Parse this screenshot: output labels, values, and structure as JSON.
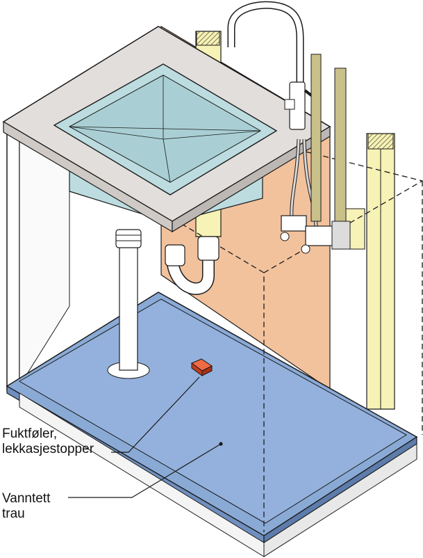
{
  "labels": {
    "sensor_line1": "Fuktføler,",
    "sensor_line2": "lekkasjestopper",
    "tray_line1": "Vanntett",
    "tray_line2": "trau"
  },
  "colors": {
    "tray": "#8aaad6",
    "wall": "#f2c29d",
    "countertop": "#e2dedb",
    "basin": "#bcdce0",
    "sensor": "#e04f2a",
    "studs": "#f7f2b5",
    "outline": "#1a1a1a"
  },
  "icons": {
    "faucet": "faucet-icon",
    "sensor": "moisture-sensor-icon",
    "trap": "drain-trap-icon"
  }
}
